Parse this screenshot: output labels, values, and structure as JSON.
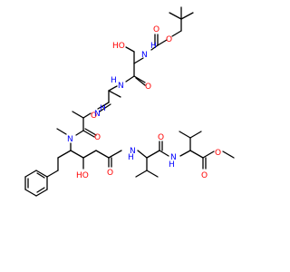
{
  "structure": {
    "colors": {
      "bond": "#000000",
      "oxygen": "#ff0000",
      "nitrogen": "#0000ff",
      "background": "#ffffff"
    },
    "atoms": {
      "o_boc_ester": "O",
      "o_boc_carbonyl": "O",
      "n_ser": "H",
      "n_ser_n": "N",
      "o_ser_oh": "HO",
      "o_ser_amide": "O",
      "n_ala1": "H",
      "n_ala1_n": "N",
      "o_ala1_amide": "O",
      "n_ala2": "H",
      "n_ala2_n": "N",
      "o_ala2_amide": "O",
      "n_methyl": "N",
      "o_hydroxy": "HO",
      "o_statine_amide": "O",
      "n_val1": "H",
      "n_val1_n": "N",
      "o_val1_amide": "O",
      "n_val2": "H",
      "n_val2_n": "N",
      "o_ester_carbonyl": "O",
      "o_ester_methoxy": "O"
    }
  }
}
